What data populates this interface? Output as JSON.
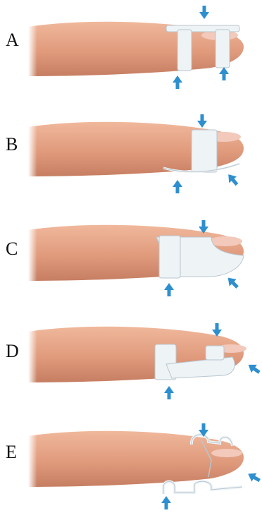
{
  "panels": [
    {
      "label": "A"
    },
    {
      "label": "B"
    },
    {
      "label": "C"
    },
    {
      "label": "D"
    },
    {
      "label": "E"
    }
  ],
  "colors": {
    "skin": "#e4a488",
    "skin_shadow": "#c98566",
    "nail": "#f2c9bb",
    "splint": "#eef3f6",
    "splint_edge": "#b8c6cf",
    "arrow": "#2e8fcf"
  },
  "icons": {
    "arrow": "arrow-icon"
  }
}
